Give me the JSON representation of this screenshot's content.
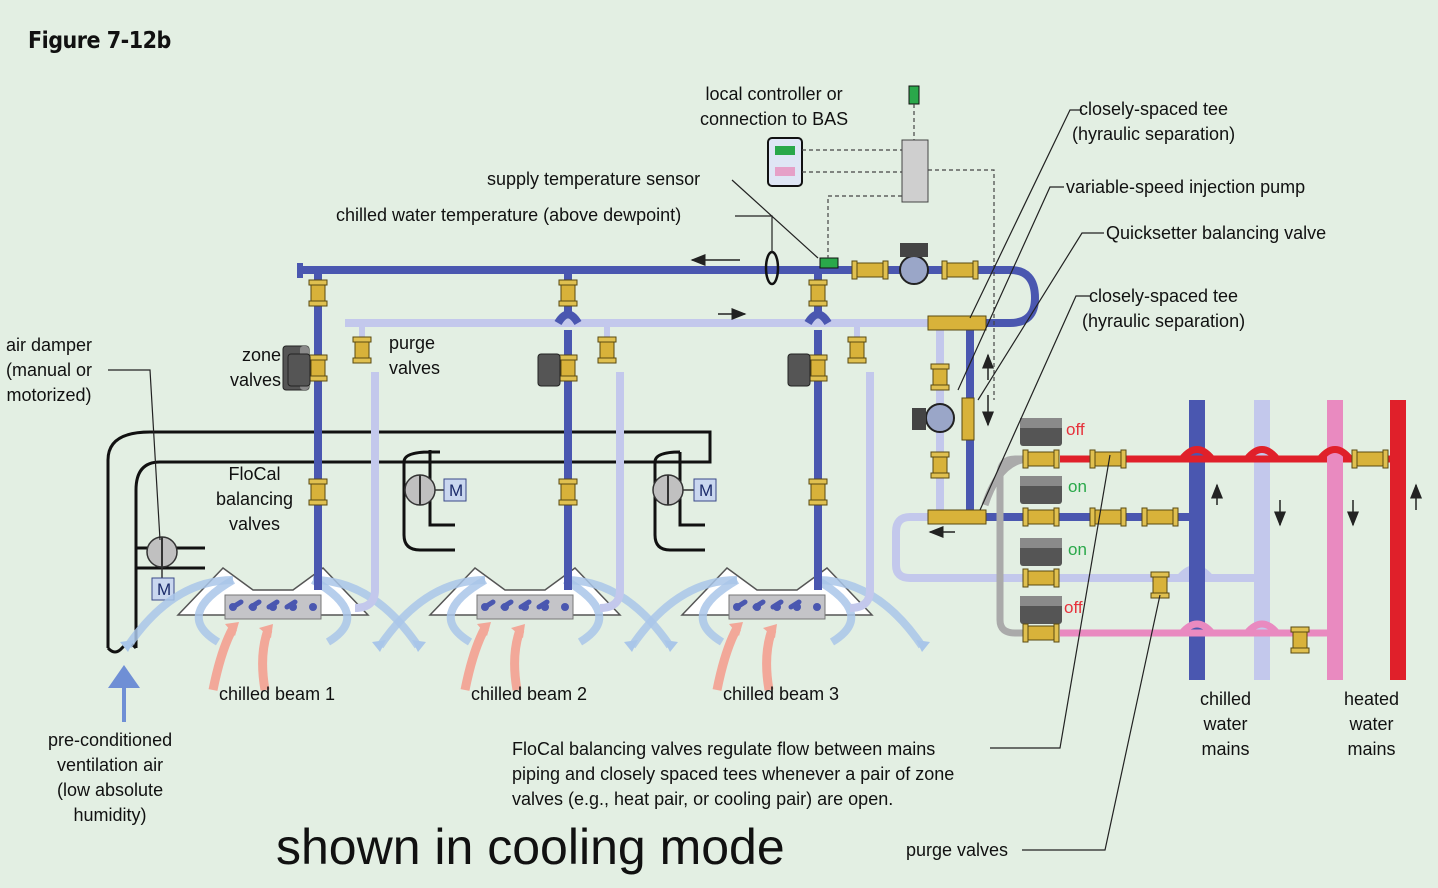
{
  "figure_label": "Figure 7-12b",
  "labels": {
    "controller": "local controller or\nconnection to BAS",
    "supply_sensor": "supply temperature sensor",
    "chw_temp": "chilled water temperature (above dewpoint)",
    "tee_top": "closely-spaced tee\n(hyraulic separation)",
    "injection_pump": "variable-speed injection pump",
    "quicksetter": "Quicksetter balancing valve",
    "tee_bottom": "closely-spaced tee\n(hyraulic separation)",
    "air_damper": "air damper\n(manual or\nmotorized)",
    "zone_valves": "zone\nvalves",
    "purge_valves_top": "purge\nvalves",
    "flocal": "FloCal\nbalancing\nvalves",
    "ventilation": "pre-conditioned\nventilation air\n(low absolute\nhumidity)",
    "chilled_mains": "chilled\nwater\nmains",
    "heated_mains": "heated\nwater\nmains",
    "flocal_note": "FloCal balancing valves regulate flow between mains\npiping and closely spaced tees whenever a pair of zone\nvalves (e.g., heat pair, or cooling pair) are open.",
    "purge_valves_bottom": "purge valves",
    "mode": "shown in cooling mode",
    "motor": "M"
  },
  "beams": [
    "chilled beam 1",
    "chilled beam 2",
    "chilled beam 3"
  ],
  "zone_valve_states": [
    "off",
    "on",
    "on",
    "off"
  ],
  "colors": {
    "background": "#e3efe3",
    "chilled_supply": "#4a57b0",
    "chilled_return": "#c3c8ec",
    "hot_supply": "#e0202a",
    "hot_return": "#e98ac0",
    "valve_brass": "#d8b23a",
    "warm_air": "#f2a899",
    "cool_air": "#a9c6e9",
    "state_off": "#e6323c",
    "state_on": "#2aa84a"
  }
}
